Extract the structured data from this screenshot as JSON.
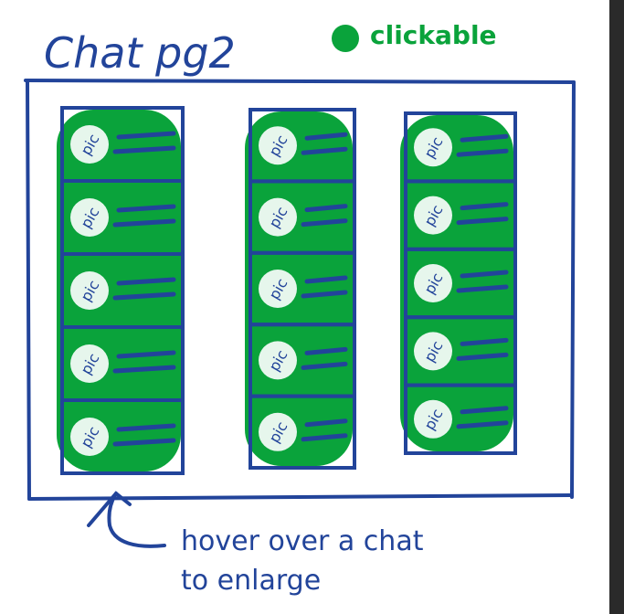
{
  "title": "Chat pg2",
  "legend": {
    "label": "clickable",
    "color": "#0aa33b"
  },
  "colors": {
    "ink": "#22449a",
    "green": "#0aa33b",
    "pic_bg": "#e6f6ec"
  },
  "columns": [
    {
      "chats": [
        {
          "pic": "pic"
        },
        {
          "pic": "pic"
        },
        {
          "pic": "pic"
        },
        {
          "pic": "pic"
        },
        {
          "pic": "pic"
        }
      ]
    },
    {
      "chats": [
        {
          "pic": "pic"
        },
        {
          "pic": "pic"
        },
        {
          "pic": "pic"
        },
        {
          "pic": "pic"
        },
        {
          "pic": "pic"
        }
      ]
    },
    {
      "chats": [
        {
          "pic": "pic"
        },
        {
          "pic": "pic"
        },
        {
          "pic": "pic"
        },
        {
          "pic": "pic"
        },
        {
          "pic": "pic"
        }
      ]
    }
  ],
  "note": {
    "line1": "hover over a chat",
    "line2": "to enlarge"
  }
}
